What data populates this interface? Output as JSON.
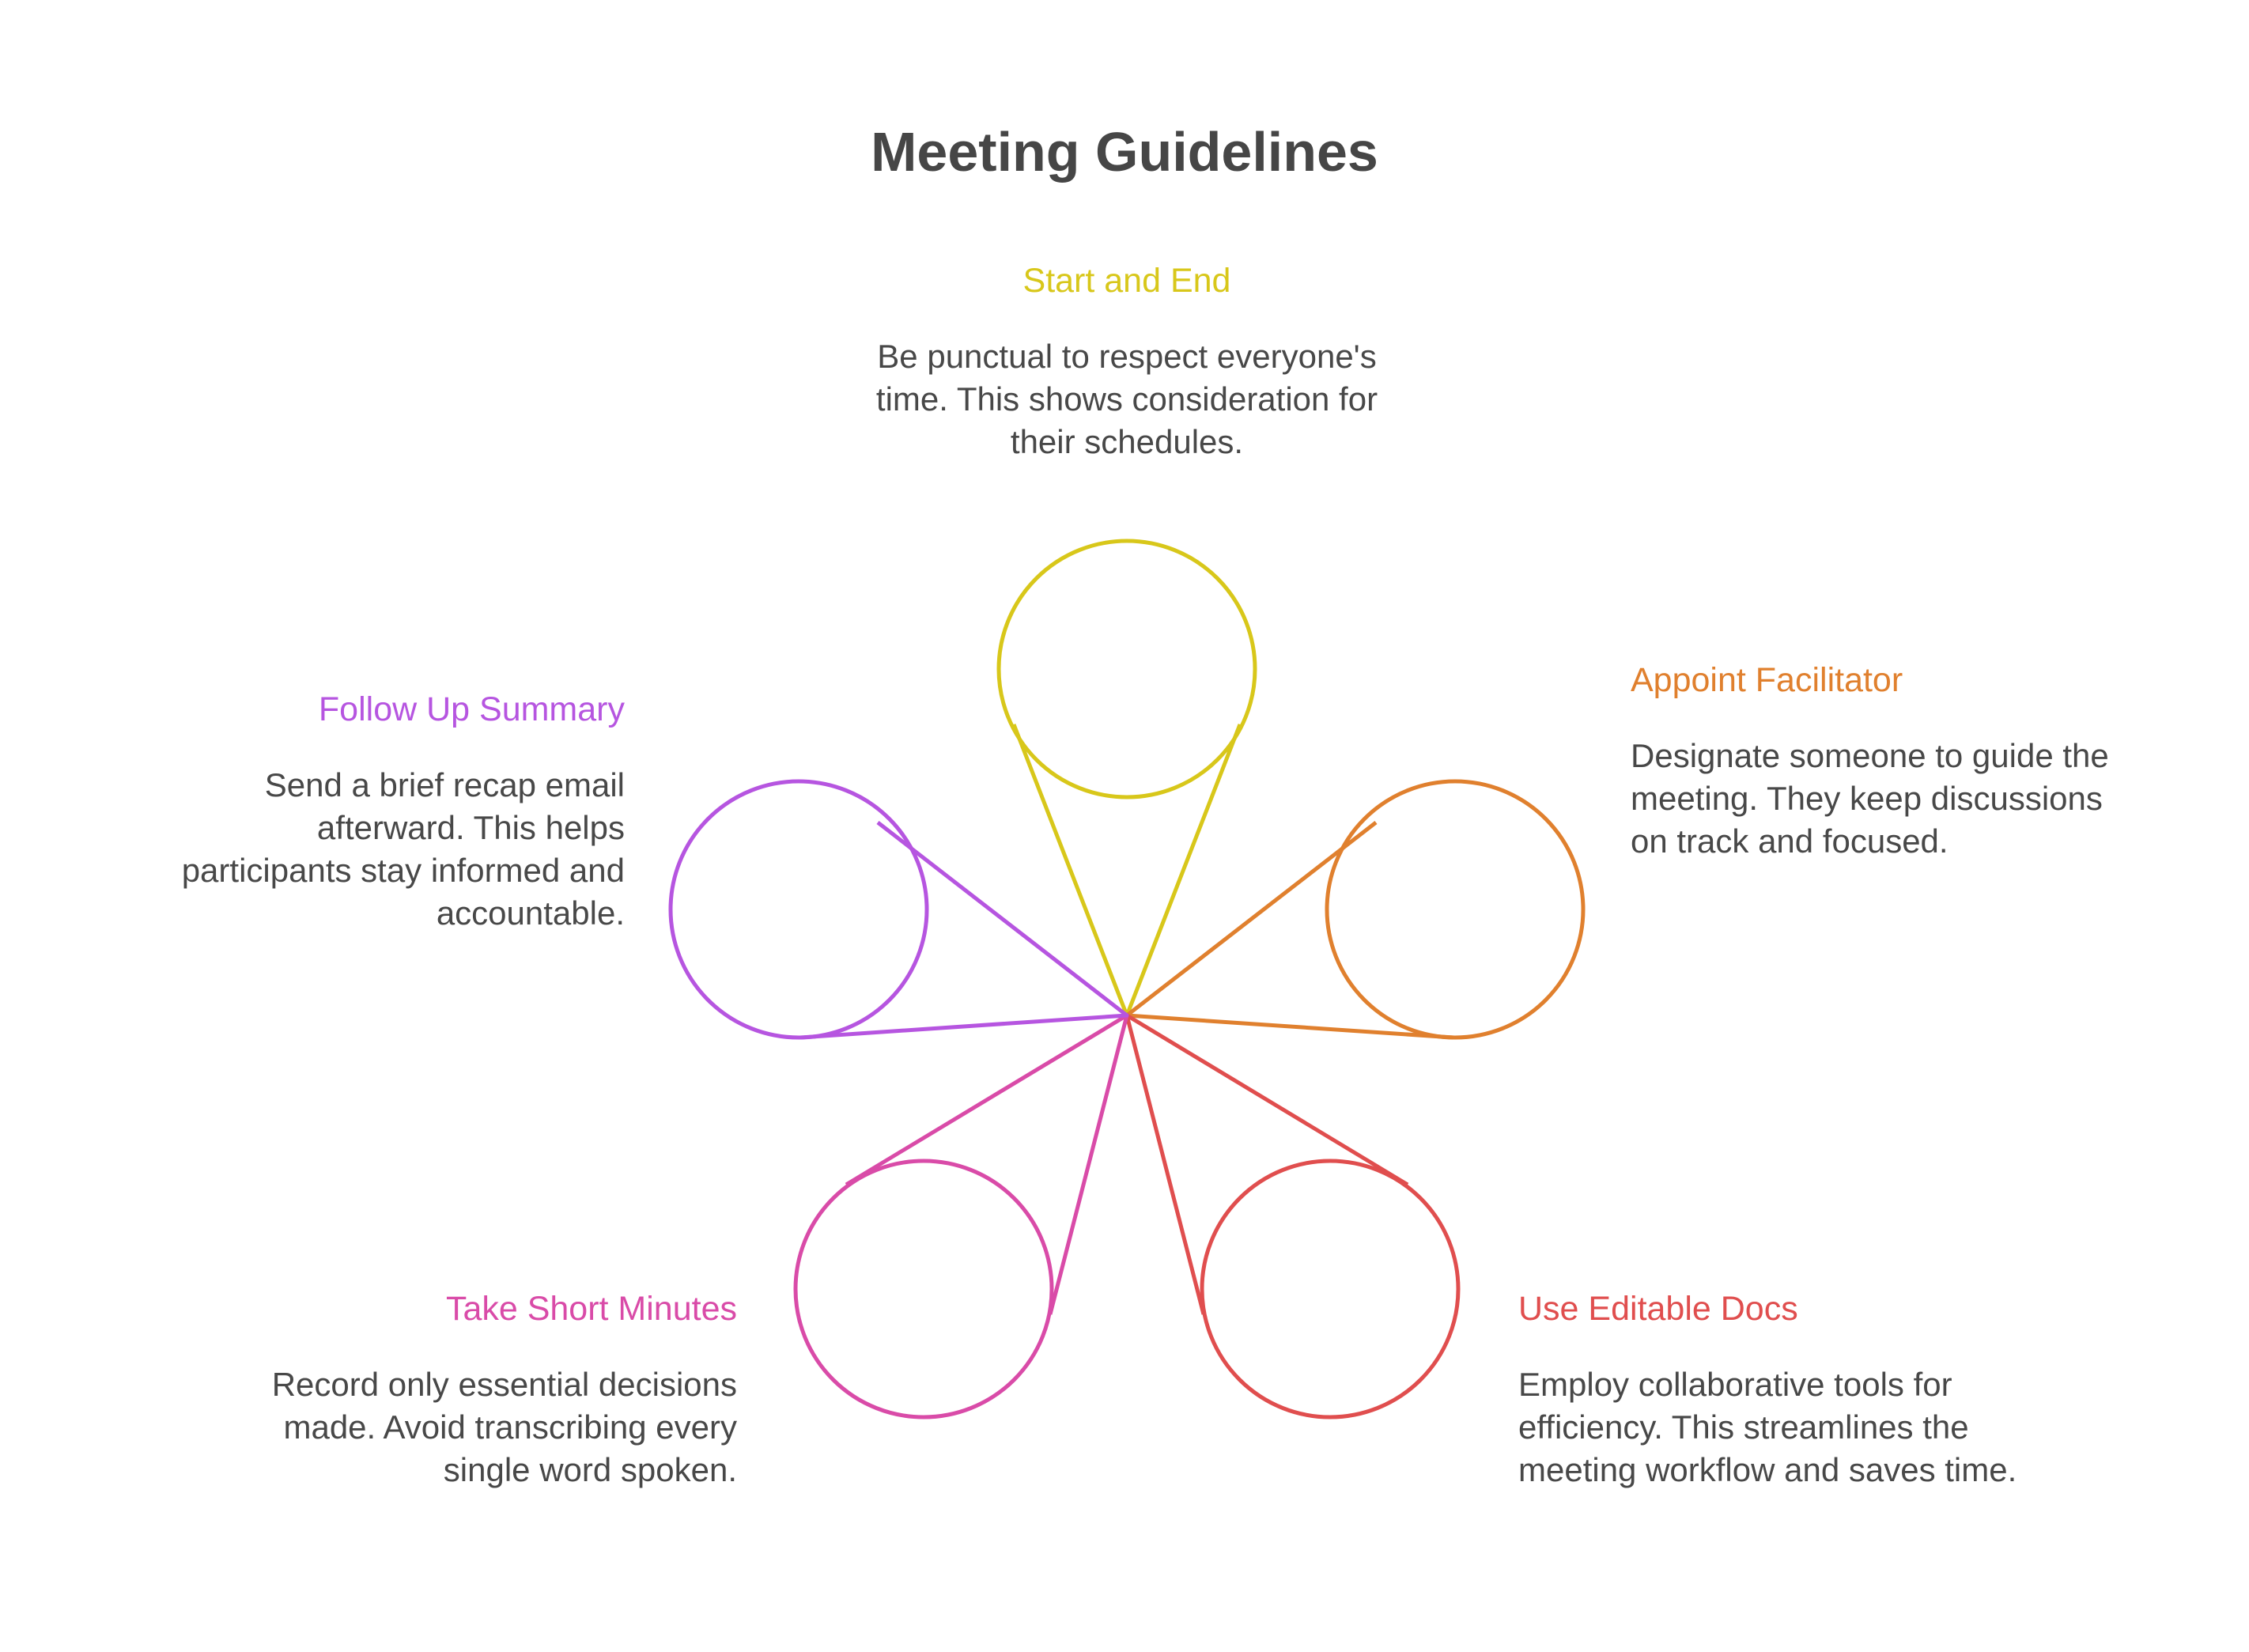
{
  "title": "Meeting Guidelines",
  "items": [
    {
      "heading": "Start and End",
      "description": "Be punctual to respect everyone's time. This shows consideration for their schedules.",
      "color": "#d8c71a"
    },
    {
      "heading": "Appoint Facilitator",
      "description": "Designate someone to guide the meeting. They keep discussions on track and focused.",
      "color": "#e0802e"
    },
    {
      "heading": "Use Editable Docs",
      "description": "Employ collaborative tools for efficiency. This streamlines the meeting workflow and saves time.",
      "color": "#e04e4e"
    },
    {
      "heading": "Take Short Minutes",
      "description": "Record only essential decisions made. Avoid transcribing every single word spoken.",
      "color": "#d94ba8"
    },
    {
      "heading": "Follow Up Summary",
      "description": "Send a brief recap email afterward. This helps participants stay informed and accountable.",
      "color": "#b655e0"
    }
  ]
}
